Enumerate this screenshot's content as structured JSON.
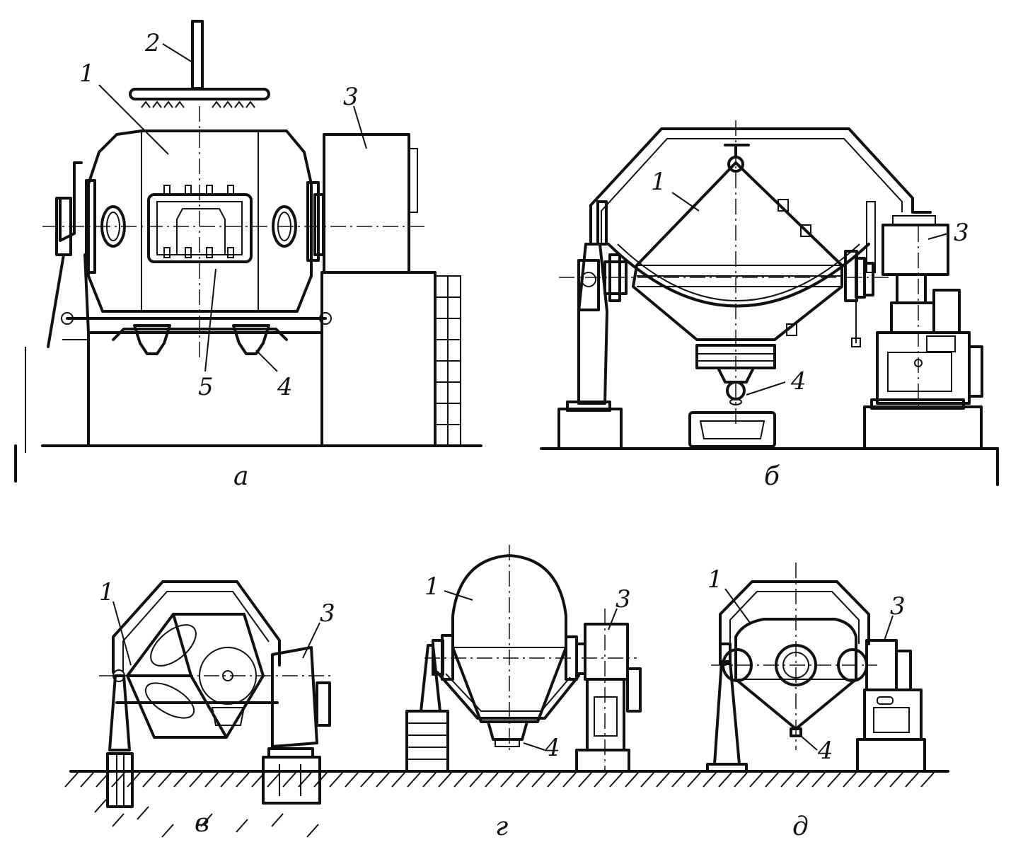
{
  "panels": [
    {
      "id": "a",
      "caption": "а",
      "labels": [
        "1",
        "2",
        "3",
        "4",
        "5"
      ]
    },
    {
      "id": "b",
      "caption": "б",
      "labels": [
        "1",
        "3",
        "4"
      ]
    },
    {
      "id": "v",
      "caption": "в",
      "labels": [
        "1",
        "3"
      ]
    },
    {
      "id": "g",
      "caption": "г",
      "labels": [
        "1",
        "3",
        "4"
      ]
    },
    {
      "id": "d",
      "caption": "д",
      "labels": [
        "1",
        "3",
        "4"
      ]
    }
  ]
}
